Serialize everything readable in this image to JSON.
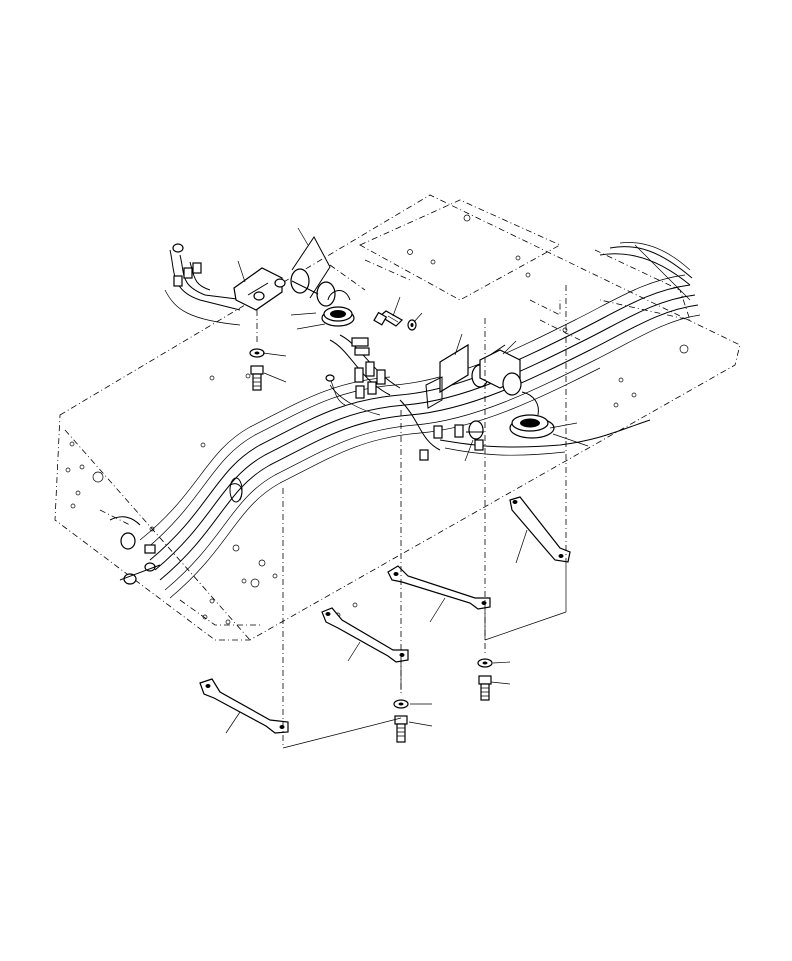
{
  "diagram": {
    "kind": "exploded parts illustration",
    "background": "#ffffff",
    "ink": "#000000",
    "parts": [
      {
        "id": "clamp-left"
      },
      {
        "id": "clamp-upper"
      },
      {
        "id": "grommet-left"
      },
      {
        "id": "bolt-small"
      },
      {
        "id": "washer-small"
      },
      {
        "id": "washer-left"
      },
      {
        "id": "bolt-left"
      },
      {
        "id": "clamp-center"
      },
      {
        "id": "clamp-right"
      },
      {
        "id": "grommet-right"
      },
      {
        "id": "clamp-lower"
      },
      {
        "id": "strap-right"
      },
      {
        "id": "strap-center"
      },
      {
        "id": "strap-mid"
      },
      {
        "id": "strap-left"
      },
      {
        "id": "washer-bottom-right"
      },
      {
        "id": "bolt-bottom-right"
      },
      {
        "id": "washer-bottom-center"
      },
      {
        "id": "bolt-bottom-center"
      }
    ],
    "labels": []
  }
}
